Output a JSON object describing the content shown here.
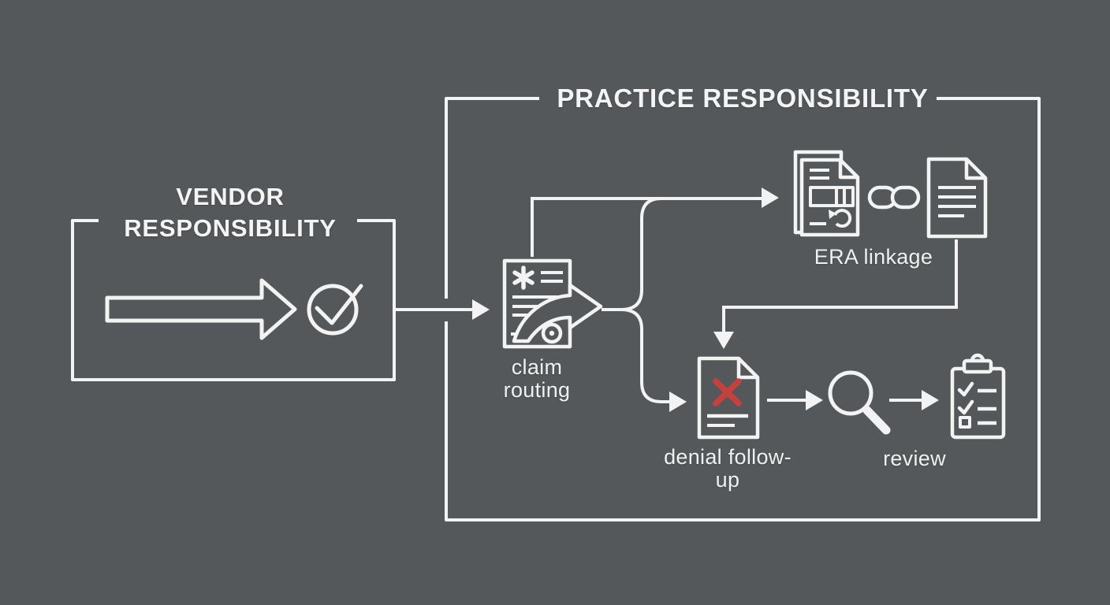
{
  "colors": {
    "background": "#54585b",
    "line": "#f2f3f2",
    "denial_x_red": "#c6403e"
  },
  "vendor_section": {
    "title": "VENDOR RESPONSIBILITY",
    "icons": [
      "block-arrow-right-icon",
      "check-circle-icon"
    ]
  },
  "practice_section": {
    "title": "PRACTICE RESPONSIBILITY",
    "nodes": [
      {
        "label": "claim routing",
        "icon": "claim-document-routing-icon"
      },
      {
        "label": "ERA linkage",
        "icon": "linked-documents-icon"
      },
      {
        "label": "denial follow-up",
        "icon": "denied-document-icon"
      },
      {
        "label": "review",
        "icon": "magnifier-icon"
      }
    ],
    "extra_icons": [
      "chain-link-icon",
      "checklist-clipboard-icon"
    ]
  }
}
